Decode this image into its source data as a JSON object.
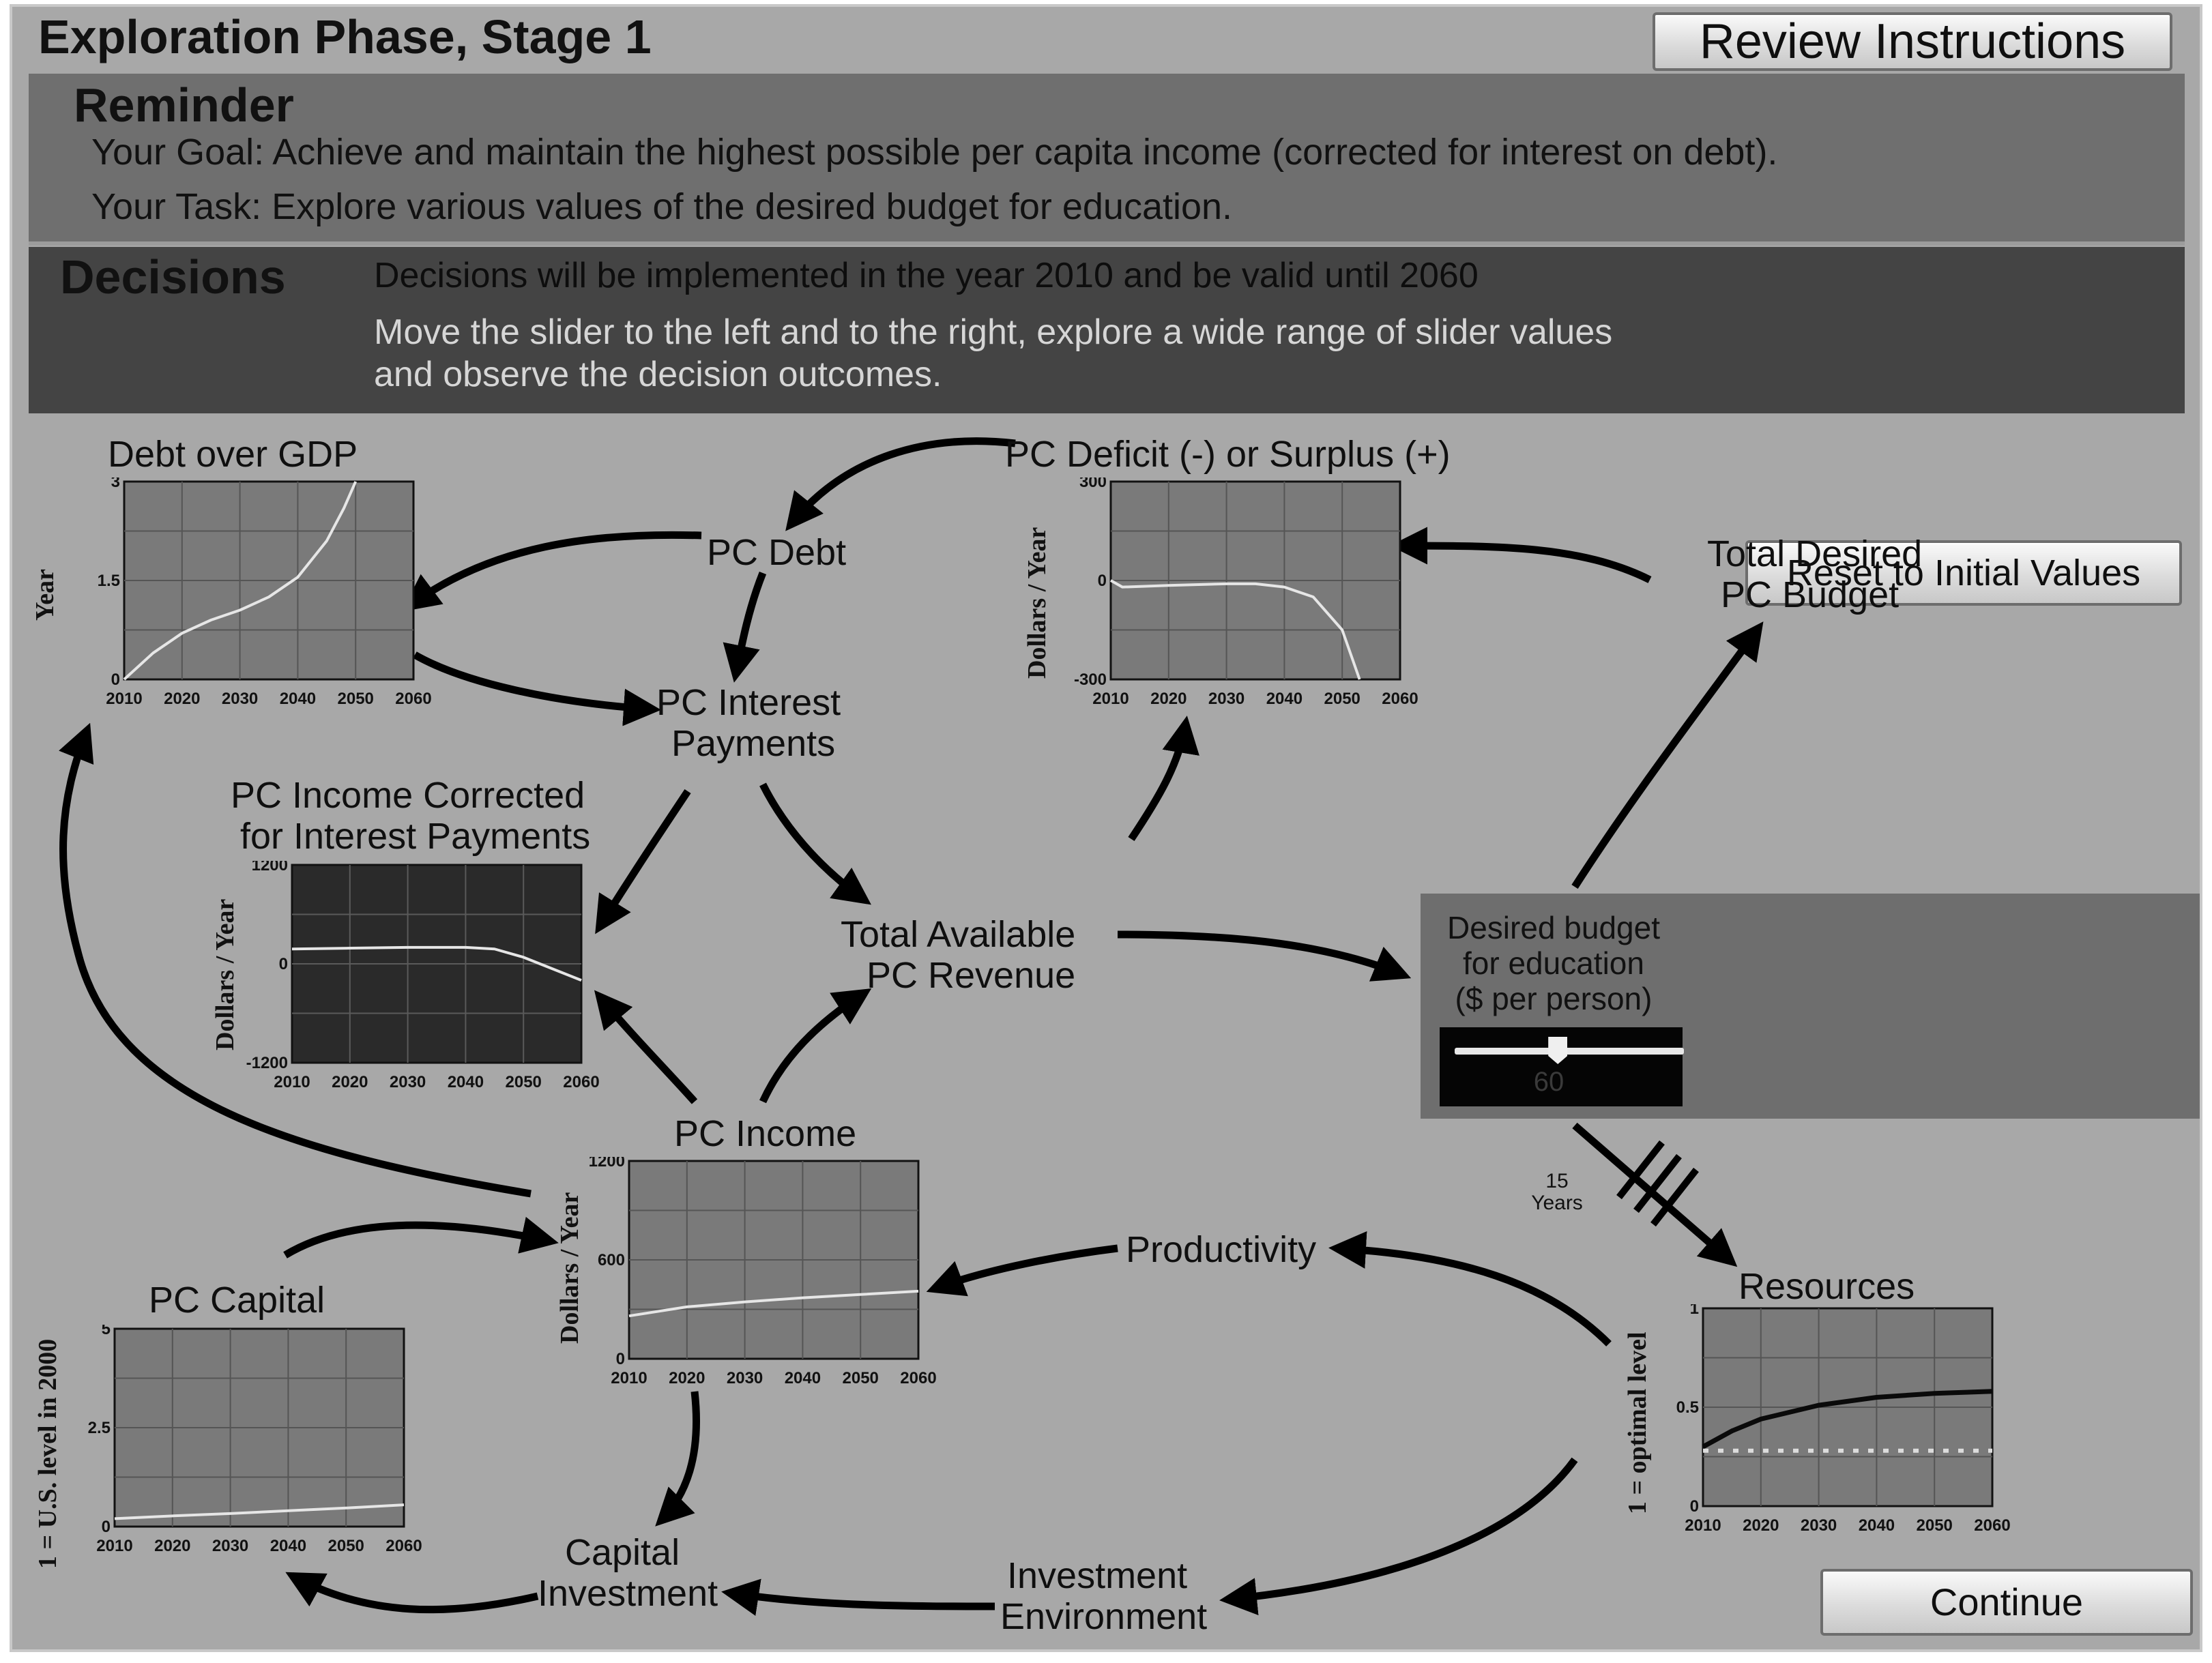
{
  "header": {
    "title": "Exploration Phase, Stage 1",
    "review_button": "Review Instructions"
  },
  "reminder": {
    "heading": "Reminder",
    "goal": "Your Goal: Achieve and maintain the highest possible per capita income (corrected for interest on debt).",
    "task": "Your Task: Explore various values of the desired budget for education."
  },
  "decisions": {
    "heading": "Decisions",
    "implemented": "Decisions will be implemented in the year 2010 and be valid until  2060",
    "instruction": "Move the slider to the left and to the right, explore a wide range of slider values and observe the decision outcomes.",
    "reset_button": "Reset to Initial Values"
  },
  "diagram": {
    "nodes": {
      "pc_debt": "PC Debt",
      "pc_interest_1": "PC Interest",
      "pc_interest_2": "Payments",
      "total_revenue_1": "Total Available",
      "total_revenue_2": "PC Revenue",
      "total_budget_1": "Total Desired",
      "total_budget_2": "PC Budget",
      "productivity": "Productivity",
      "capital_investment_1": "Capital",
      "capital_investment_2": "Investment",
      "investment_env_1": "Investment",
      "investment_env_2": "Environment",
      "resources": "Resources"
    },
    "delay": {
      "value": "15",
      "unit": "Years"
    }
  },
  "slider": {
    "caption_1": "Desired budget",
    "caption_2": "for education",
    "caption_3": "($ per person)",
    "value": "60",
    "position_fraction": 0.45
  },
  "continue_button": "Continue",
  "colors": {
    "background": "#a8a8a8",
    "plot_bg": "#7a7a7a",
    "plot_dark": "#2a2a2a",
    "panel": "#6f6f6f",
    "decisions_panel": "#444444"
  },
  "chart_data": [
    {
      "id": "debt-gdp",
      "type": "line",
      "title": "Debt over GDP",
      "ylabel": "Year",
      "xlabel": "",
      "x": [
        2010,
        2015,
        2020,
        2025,
        2030,
        2035,
        2040,
        2045,
        2048,
        2050
      ],
      "series": [
        {
          "values": [
            0,
            0.4,
            0.7,
            0.9,
            1.05,
            1.25,
            1.55,
            2.1,
            2.6,
            3.0
          ]
        }
      ],
      "xlim": [
        2010,
        2060
      ],
      "ylim": [
        0,
        3
      ],
      "xticks": [
        "2010",
        "2020",
        "2030",
        "2040",
        "2050",
        "2060"
      ],
      "yticks": [
        "0",
        "1.5",
        "3"
      ],
      "grid": true,
      "dark": false
    },
    {
      "id": "deficit",
      "type": "line",
      "title": "PC Deficit (-) or Surplus (+)",
      "ylabel": "Dollars / Year",
      "xlabel": "",
      "x": [
        2010,
        2012,
        2020,
        2030,
        2035,
        2040,
        2045,
        2050,
        2053
      ],
      "series": [
        {
          "values": [
            0,
            -20,
            -15,
            -10,
            -10,
            -20,
            -50,
            -150,
            -300
          ]
        }
      ],
      "xlim": [
        2010,
        2060
      ],
      "ylim": [
        -300,
        300
      ],
      "xticks": [
        "2010",
        "2020",
        "2030",
        "2040",
        "2050",
        "2060"
      ],
      "yticks": [
        "-300",
        "0",
        "300"
      ],
      "grid": true,
      "dark": false
    },
    {
      "id": "income-corrected",
      "type": "line",
      "title": "PC Income Corrected for Interest Payments",
      "title_lines": [
        "PC Income Corrected",
        "for Interest Payments"
      ],
      "ylabel": "Dollars / Year",
      "xlabel": "",
      "x": [
        2010,
        2020,
        2030,
        2040,
        2045,
        2050,
        2055,
        2060
      ],
      "series": [
        {
          "values": [
            180,
            190,
            200,
            200,
            180,
            80,
            -60,
            -200
          ]
        }
      ],
      "xlim": [
        2010,
        2060
      ],
      "ylim": [
        -1200,
        1200
      ],
      "xticks": [
        "2010",
        "2020",
        "2030",
        "2040",
        "2050",
        "2060"
      ],
      "yticks": [
        "-1200",
        "0",
        "1200"
      ],
      "grid": true,
      "dark": true
    },
    {
      "id": "pc-income",
      "type": "line",
      "title": "PC Income",
      "ylabel": "Dollars / Year",
      "xlabel": "",
      "x": [
        2010,
        2020,
        2030,
        2040,
        2050,
        2060
      ],
      "series": [
        {
          "values": [
            260,
            315,
            345,
            370,
            390,
            410
          ]
        }
      ],
      "xlim": [
        2010,
        2060
      ],
      "ylim": [
        0,
        1200
      ],
      "xticks": [
        "2010",
        "2020",
        "2030",
        "2040",
        "2050",
        "2060"
      ],
      "yticks": [
        "0",
        "600",
        "1200"
      ],
      "grid": true,
      "dark": false
    },
    {
      "id": "pc-capital",
      "type": "line",
      "title": "PC Capital",
      "ylabel": "1 = U.S. level in 2000",
      "xlabel": "",
      "x": [
        2010,
        2020,
        2030,
        2040,
        2050,
        2060
      ],
      "series": [
        {
          "values": [
            0.2,
            0.27,
            0.33,
            0.4,
            0.47,
            0.55
          ]
        }
      ],
      "xlim": [
        2010,
        2060
      ],
      "ylim": [
        0,
        5
      ],
      "xticks": [
        "2010",
        "2020",
        "2030",
        "2040",
        "2050",
        "2060"
      ],
      "yticks": [
        "0",
        "2.5",
        "5"
      ],
      "grid": true,
      "dark": false
    },
    {
      "id": "resources",
      "type": "line",
      "title": "Resources",
      "ylabel": "1 = optimal level",
      "xlabel": "",
      "x": [
        2010,
        2015,
        2020,
        2030,
        2040,
        2050,
        2060
      ],
      "series": [
        {
          "values": [
            0.3,
            0.38,
            0.44,
            0.51,
            0.55,
            0.57,
            0.58
          ],
          "style": "solid-dark"
        },
        {
          "values": [
            0.28,
            0.28,
            0.28,
            0.28,
            0.28,
            0.28,
            0.28
          ],
          "style": "dashed-light"
        }
      ],
      "xlim": [
        2010,
        2060
      ],
      "ylim": [
        0,
        1
      ],
      "xticks": [
        "2010",
        "2020",
        "2030",
        "2040",
        "2050",
        "2060"
      ],
      "yticks": [
        "0",
        "0.5",
        "1"
      ],
      "grid": true,
      "dark": false
    }
  ]
}
